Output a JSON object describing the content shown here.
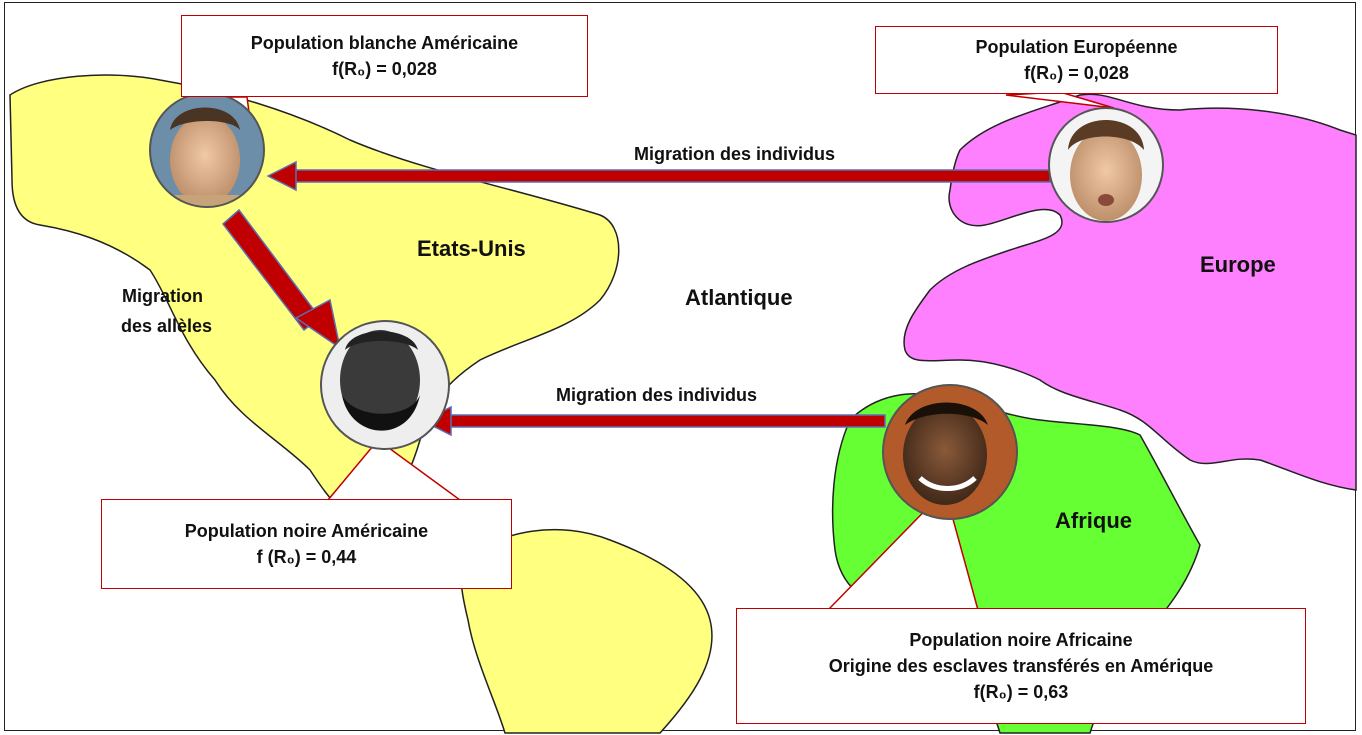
{
  "regions": {
    "usa": "Etats-Unis",
    "atlantic": "Atlantique",
    "europe": "Europe",
    "africa": "Afrique"
  },
  "arrows": {
    "europe_to_usa": "Migration des individus",
    "africa_to_usa": "Migration des individus",
    "alleles_line1": "Migration",
    "alleles_line2": "des allèles"
  },
  "callouts": {
    "white_american": {
      "title": "Population blanche Américaine",
      "value": "f(R₀) = 0,028"
    },
    "european": {
      "title": "Population Européenne",
      "value": "f(R₀) = 0,028"
    },
    "black_american": {
      "title": "Population noire Américaine",
      "value": "f (R₀) = 0,44"
    },
    "black_african": {
      "title": "Population noire Africaine",
      "subtitle": "Origine des esclaves transférés en Amérique",
      "value": "f(R₀) = 0,63"
    }
  },
  "colors": {
    "america": "#ffff80",
    "europe": "#ff80ff",
    "africa": "#66ff33",
    "arrow": "#c00000",
    "callout_border": "#c00000"
  }
}
